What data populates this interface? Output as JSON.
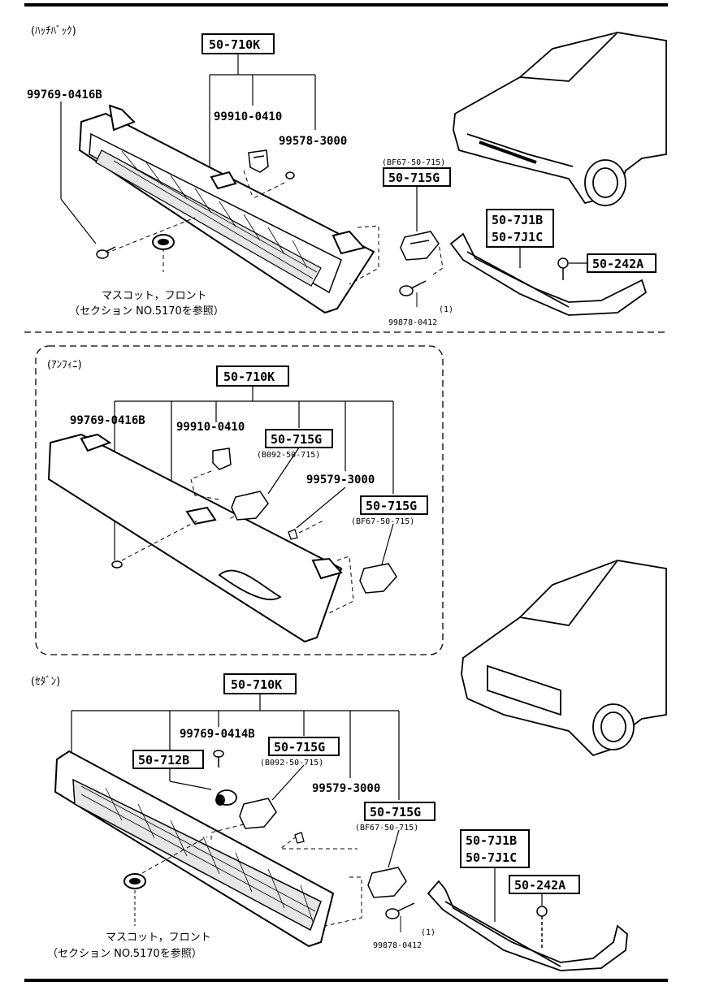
{
  "sections": {
    "hatchback": {
      "title": "(ﾊｯﾁﾊﾞｯｸ)",
      "main_part": "50-710K",
      "bolt": "99769-0416B",
      "clip": "99910-0410",
      "washer": "99578-3000",
      "bracket_ref": "(BF67-50-715)",
      "bracket": "50-715G",
      "lip_part_1": "50-7J1B",
      "lip_part_2": "50-7J1C",
      "fastener": "50-242A",
      "screw": "99878-0412",
      "screw_qty": "(1)",
      "mascot_line1": "マスコット，フロント",
      "mascot_line2": "（セクション NO.5170を参照）"
    },
    "infini": {
      "title": "(ｱﾝﾌｨﾆ)",
      "main_part": "50-710K",
      "bolt": "99769-0416B",
      "clip": "99910-0410",
      "bracket_a": "50-715G",
      "bracket_a_ref": "(B092-50-715)",
      "washer": "99579-3000",
      "bracket_b": "50-715G",
      "bracket_b_ref": "(BF67-50-715)"
    },
    "sedan": {
      "title": "(ｾﾀﾞﾝ)",
      "main_part": "50-710K",
      "bolt": "99769-0414B",
      "emblem": "50-712B",
      "bracket_a": "50-715G",
      "bracket_a_ref": "(B092-50-715)",
      "washer": "99579-3000",
      "bracket_b": "50-715G",
      "bracket_b_ref": "(BF67-50-715)",
      "lip_part_1": "50-7J1B",
      "lip_part_2": "50-7J1C",
      "fastener": "50-242A",
      "screw": "99878-0412",
      "screw_qty": "(1)",
      "mascot_line1": "マスコット，フロント",
      "mascot_line2": "（セクション NO.5170を参照）"
    }
  },
  "icons": [
    "grille",
    "bracket",
    "clip",
    "screw",
    "washer",
    "mascot",
    "lip-spoiler",
    "car"
  ]
}
